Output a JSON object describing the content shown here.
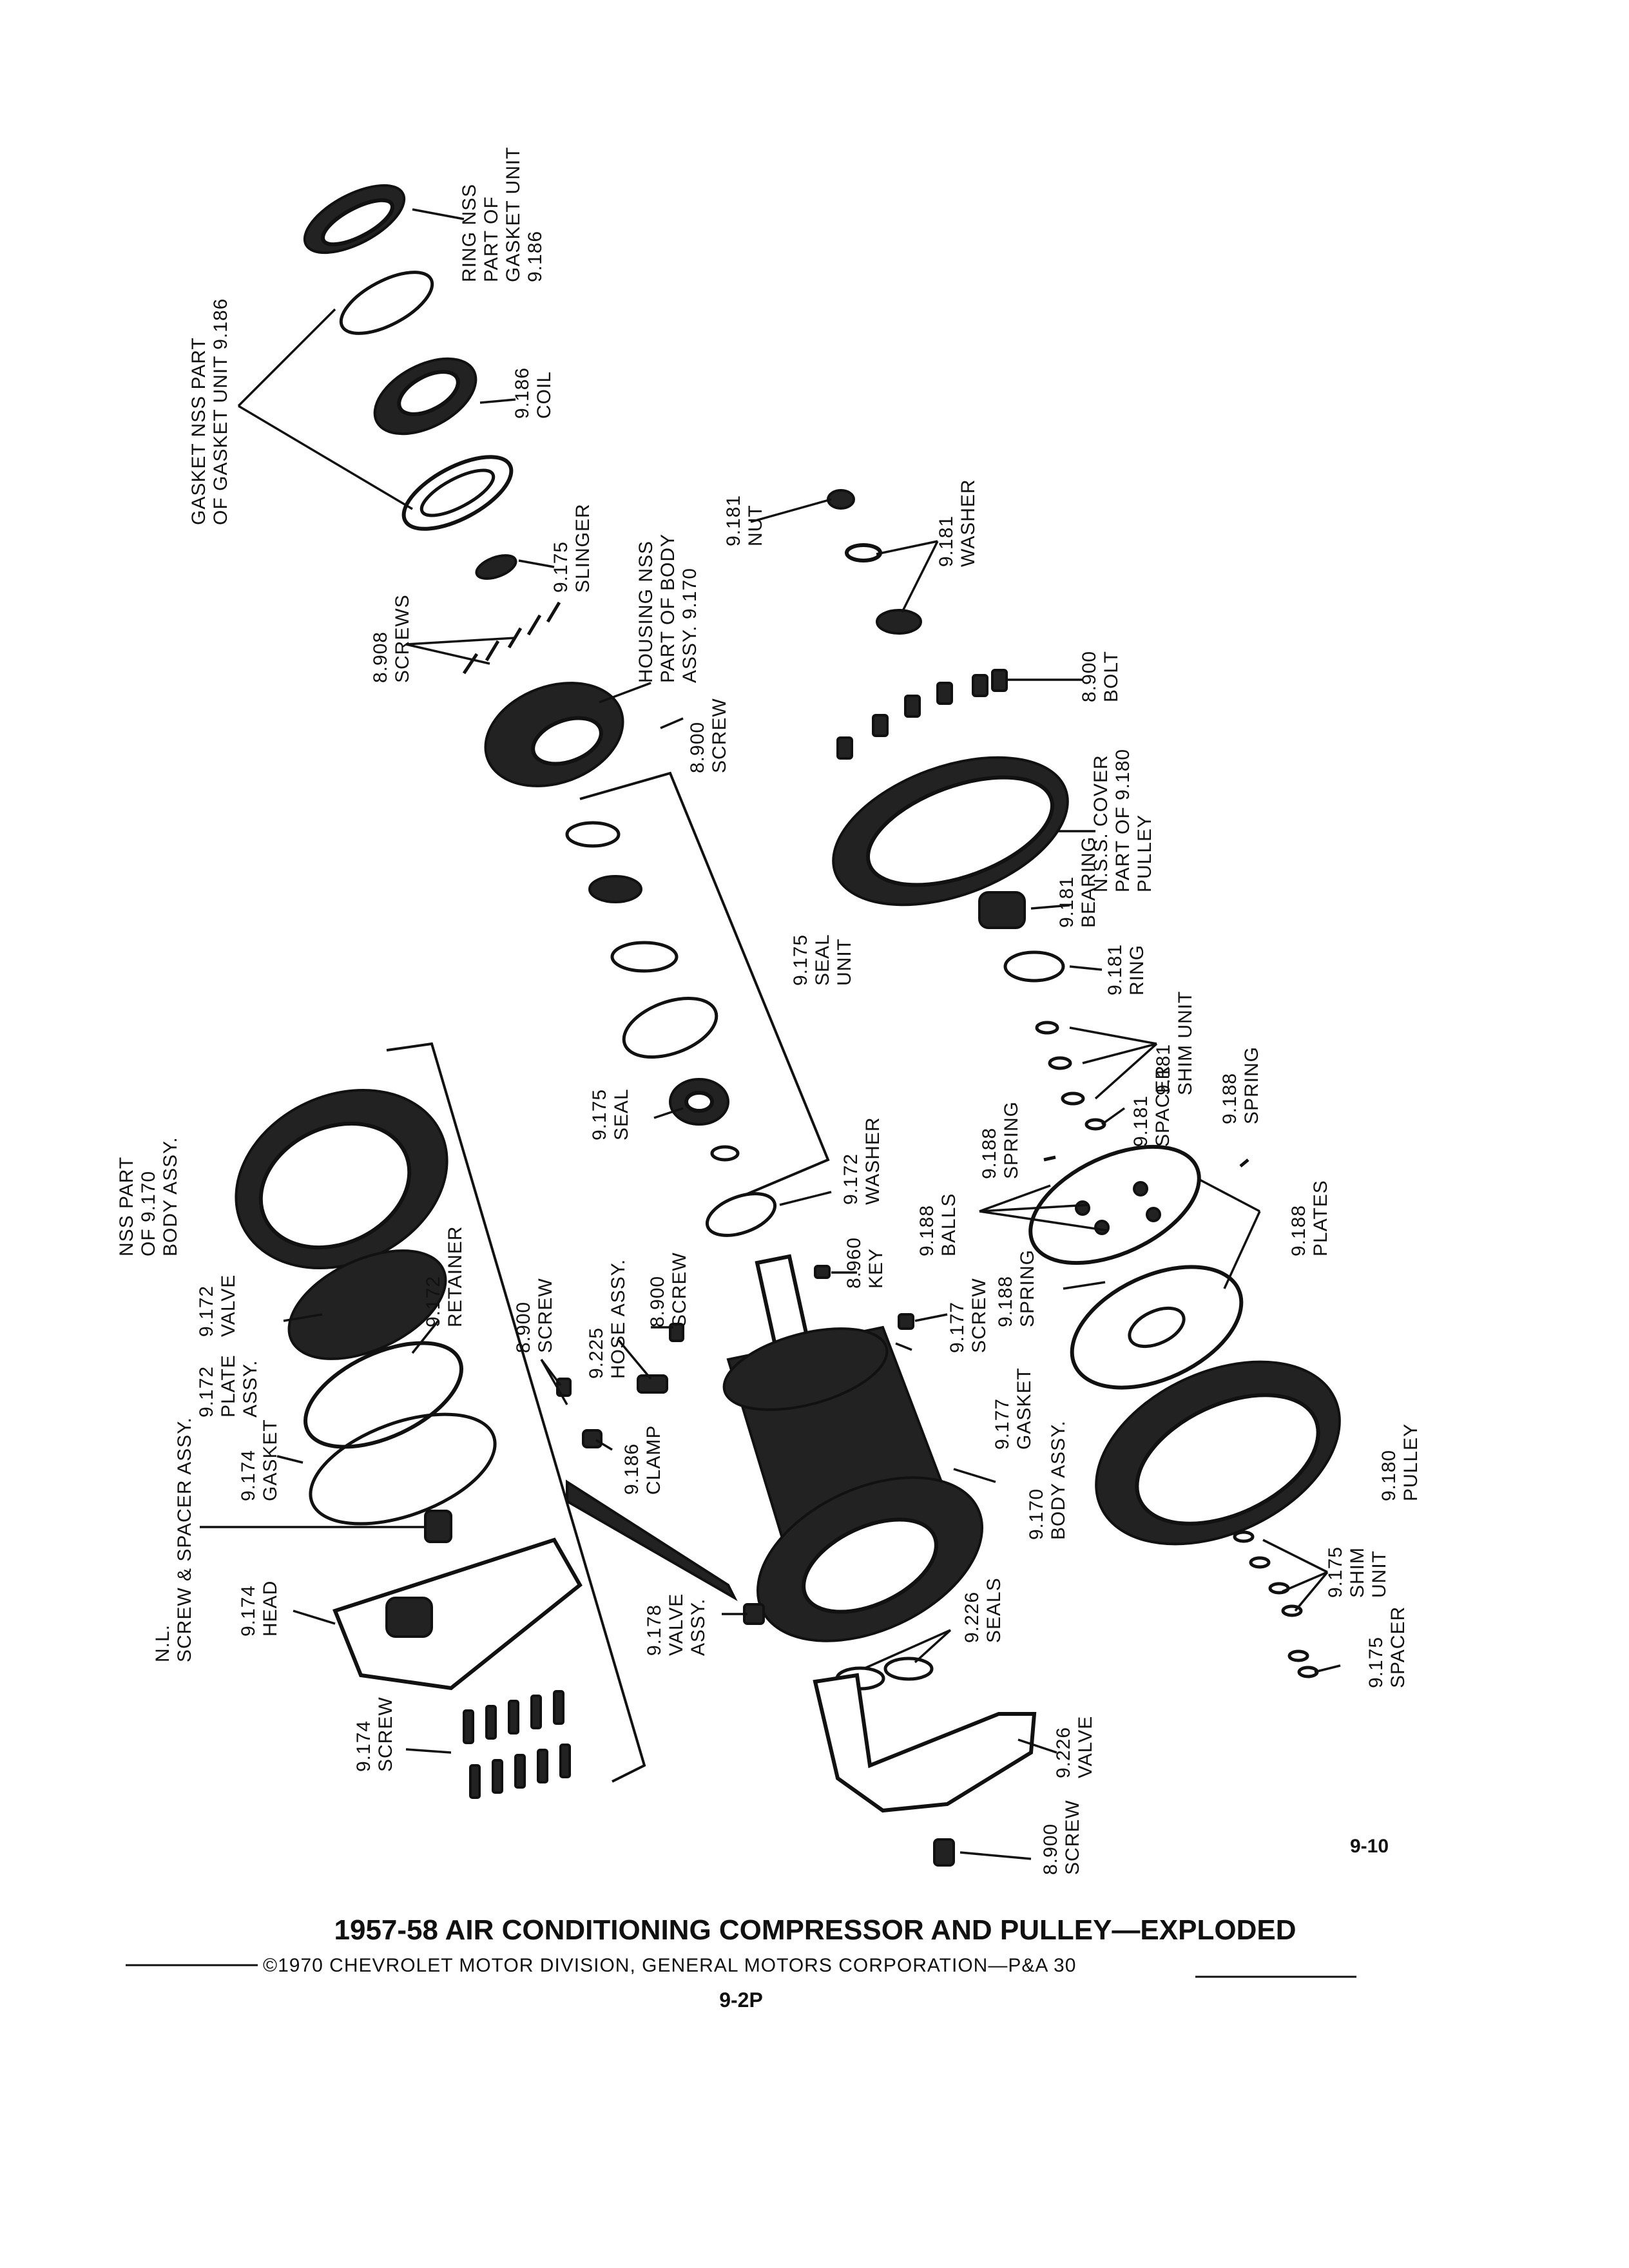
{
  "labels": {
    "ring": [
      "RING NSS",
      "PART OF",
      "GASKET UNIT",
      "9.186"
    ],
    "gasket_top": [
      "GASKET NSS PART",
      "OF GASKET UNIT 9.186"
    ],
    "coil": [
      "9.186",
      "COIL"
    ],
    "slinger": [
      "9.175",
      "SLINGER"
    ],
    "nut": [
      "9.181",
      "NUT"
    ],
    "washer_181": [
      "9.181",
      "WASHER"
    ],
    "screws_908": [
      "8.908",
      "SCREWS"
    ],
    "housing": [
      "HOUSING NSS",
      "PART OF BODY",
      "ASSY. 9.170"
    ],
    "bolt": [
      "8.900",
      "BOLT"
    ],
    "screw_900_top": [
      "8.900",
      "SCREW"
    ],
    "cover": [
      "N.S.S. COVER",
      "PART OF 9.180",
      "PULLEY"
    ],
    "bearing": [
      "9.181",
      "BEARING"
    ],
    "seal_unit": [
      "9.175",
      "SEAL",
      "UNIT"
    ],
    "ring_181": [
      "9.181",
      "RING"
    ],
    "shim_unit_181": [
      "9.181",
      "SHIM UNIT"
    ],
    "spacer_181": [
      "9.181",
      "SPACER"
    ],
    "spring_188_right": [
      "9.188",
      "SPRING"
    ],
    "seal_175": [
      "9.175",
      "SEAL"
    ],
    "washer_172": [
      "9.172",
      "WASHER"
    ],
    "spring_188_mid": [
      "9.188",
      "SPRING"
    ],
    "nss_body": [
      "NSS PART",
      "OF 9.170",
      "BODY ASSY."
    ],
    "balls": [
      "9.188",
      "BALLS"
    ],
    "plates": [
      "9.188",
      "PLATES"
    ],
    "key": [
      "8.960",
      "KEY"
    ],
    "valve_172": [
      "9.172",
      "VALVE"
    ],
    "retainer": [
      "9.172",
      "RETAINER"
    ],
    "screw_900_mid": [
      "8.900",
      "SCREW"
    ],
    "hose": [
      "9.225",
      "HOSE ASSY."
    ],
    "screw_900_hose": [
      "8.900",
      "SCREW"
    ],
    "screw_177": [
      "9.177",
      "SCREW"
    ],
    "spring_188_low": [
      "9.188",
      "SPRING"
    ],
    "plate_assy": [
      "9.172",
      "PLATE",
      "ASSY."
    ],
    "gasket_177": [
      "9.177",
      "GASKET"
    ],
    "screw_spacer": [
      "N.L.",
      "SCREW & SPACER ASSY."
    ],
    "gasket_174": [
      "9.174",
      "GASKET"
    ],
    "clamp": [
      "9.186",
      "CLAMP"
    ],
    "body_assy": [
      "9.170",
      "BODY ASSY."
    ],
    "pulley": [
      "9.180",
      "PULLEY"
    ],
    "head": [
      "9.174",
      "HEAD"
    ],
    "valve_assy": [
      "9.178",
      "VALVE",
      "ASSY."
    ],
    "seals_226": [
      "9.226",
      "SEALS"
    ],
    "shim_unit_175": [
      "9.175",
      "SHIM",
      "UNIT"
    ],
    "spacer_175": [
      "9.175",
      "SPACER"
    ],
    "screw_174": [
      "9.174",
      "SCREW"
    ],
    "valve_226": [
      "9.226",
      "VALVE"
    ],
    "screw_900_bottom": [
      "8.900",
      "SCREW"
    ]
  },
  "page_marker": "9-10",
  "caption": {
    "title": "1957-58 AIR CONDITIONING COMPRESSOR AND PULLEY—EXPLODED",
    "copyright": "©1970 CHEVROLET MOTOR DIVISION, GENERAL MOTORS CORPORATION—P&A 30",
    "page_code": "9-2P"
  }
}
